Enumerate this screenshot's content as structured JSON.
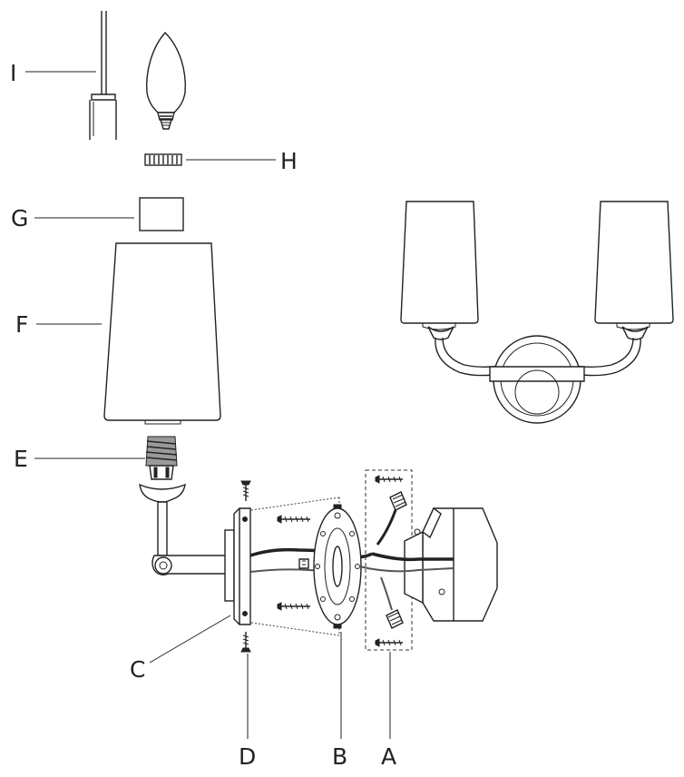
{
  "labels": {
    "I": "I",
    "H": "H",
    "G": "G",
    "F": "F",
    "E": "E",
    "C": "C",
    "D": "D",
    "B": "B",
    "A": "A"
  },
  "colors": {
    "line": "#222222",
    "background": "#ffffff"
  }
}
